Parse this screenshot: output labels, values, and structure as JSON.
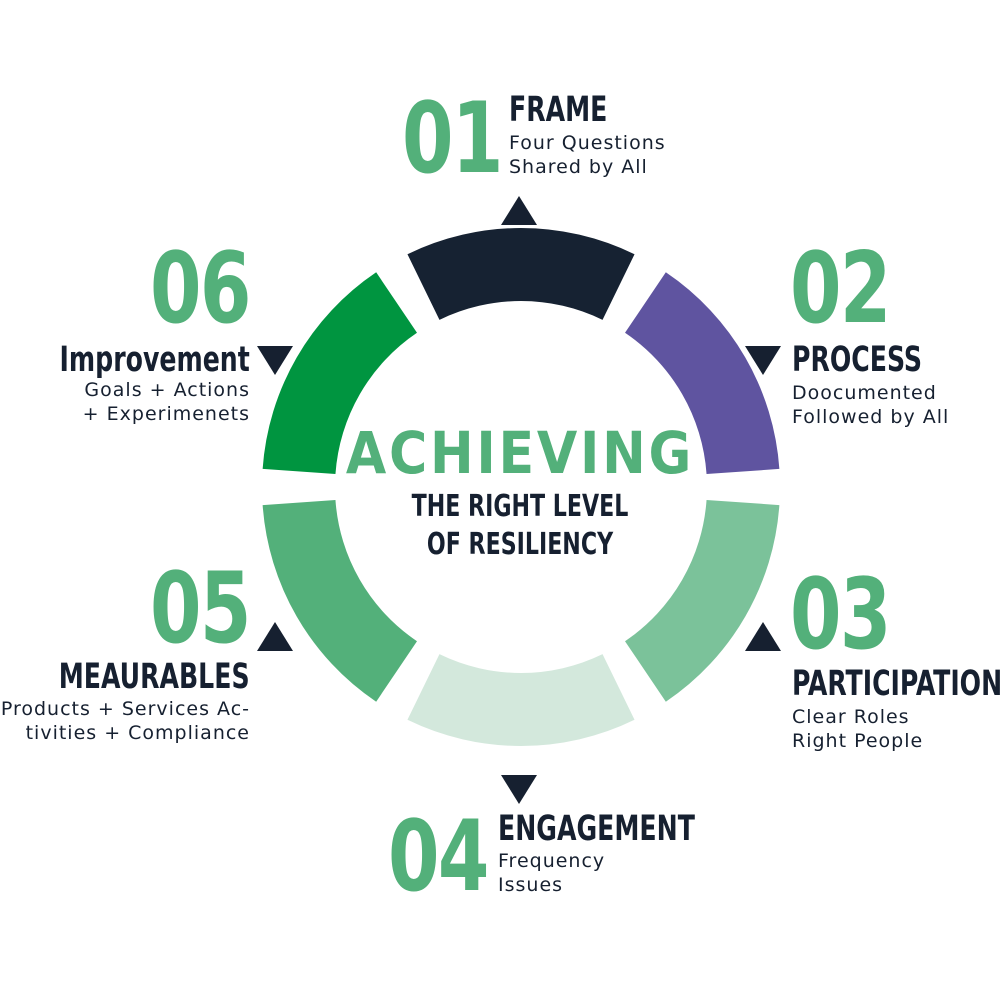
{
  "center": {
    "title": "ACHIEVING",
    "subtitle_line1": "THE RIGHT LEVEL",
    "subtitle_line2": "OF RESILIENCY"
  },
  "steps": [
    {
      "number": "01",
      "title": "FRAME",
      "line1": "Four Questions",
      "line2": "Shared by All",
      "color": "#162232"
    },
    {
      "number": "02",
      "title": "PROCESS",
      "line1": "Doocumented",
      "line2": "Followed by All",
      "color": "#5f54a0"
    },
    {
      "number": "03",
      "title": "PARTICIPATION",
      "line1": "Clear Roles",
      "line2": "Right People",
      "color": "#7bc29a"
    },
    {
      "number": "04",
      "title": "ENGAGEMENT",
      "line1": "Frequency",
      "line2": "Issues",
      "color": "#d3e8dc"
    },
    {
      "number": "05",
      "title": "MEAURABLES",
      "line1": "Products + Services Ac-",
      "line2": "tivities + Compliance",
      "color": "#53b07a"
    },
    {
      "number": "06",
      "title": "Improvement",
      "line1": "Goals + Actions",
      "line2": "+ Experimenets",
      "color": "#009540"
    }
  ],
  "accent_color": "#53b07a",
  "text_color": "#162030"
}
